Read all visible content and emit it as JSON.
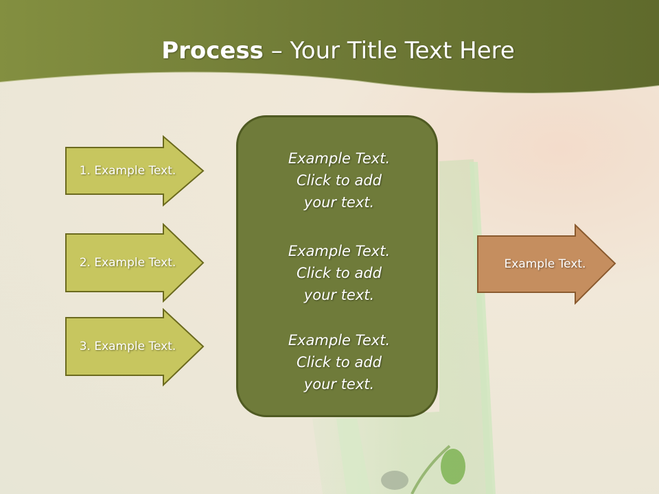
{
  "title": {
    "bold": "Process",
    "rest": " – Your Title Text Here"
  },
  "left_arrows": [
    {
      "label": "1. Example Text."
    },
    {
      "label": "2. Example Text."
    },
    {
      "label": "3. Example Text."
    }
  ],
  "center_box": {
    "blocks": [
      {
        "line1": "Example Text.",
        "line2": "Click  to add",
        "line3": "your text."
      },
      {
        "line1": "Example Text.",
        "line2": "Click  to add",
        "line3": "your text."
      },
      {
        "line1": "Example Text.",
        "line2": "Click  to add",
        "line3": "your text."
      }
    ]
  },
  "right_arrow": {
    "label": "Example Text."
  },
  "colors": {
    "header": "#6e7a35",
    "left_arrow_fill": "#c7c65f",
    "left_arrow_border": "#6b6a1e",
    "center_fill": "#6f7b3a",
    "right_arrow_fill": "#c58e5f",
    "right_arrow_border": "#8a5a2e"
  }
}
